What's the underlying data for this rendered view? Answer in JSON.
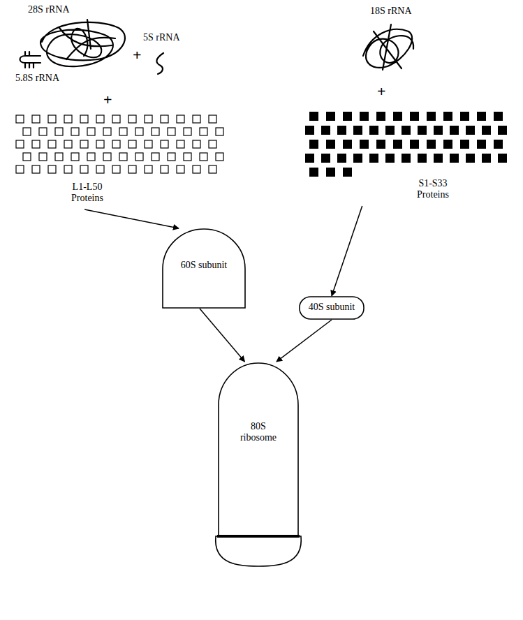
{
  "diagram": {
    "nodes": [
      {
        "text": [
          "L1-L50 Proteins"
        ]
      },
      {
        "text": [
          "S1-S33 Proteins"
        ]
      },
      {
        "text": [
          "60S subunit"
        ]
      },
      {
        "text": [
          "40S subunit"
        ]
      },
      {
        "text": [
          "80S ribosome"
        ]
      }
    ],
    "edges": [
      {
        "from": 0,
        "to": 2,
        "arrow": "to"
      },
      {
        "from": 1,
        "to": 3,
        "arrow": "to"
      },
      {
        "from": 2,
        "to": 4,
        "arrow": "to"
      },
      {
        "from": 3,
        "to": 4,
        "arrow": "to"
      }
    ],
    "labels": [
      "28S rRNA",
      "5.8S rRNA",
      "+",
      "5S rRNA",
      "+",
      "18S rRNA",
      "+"
    ]
  }
}
